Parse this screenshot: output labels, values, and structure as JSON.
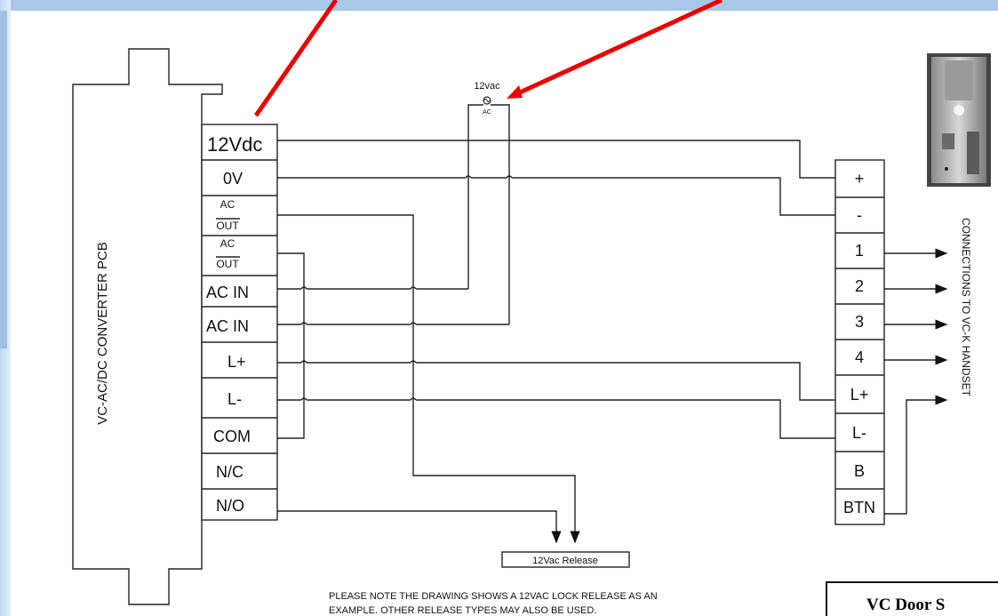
{
  "pcb": {
    "title": "VC-AC/DC CONVERTER PCB",
    "terminals": [
      {
        "label": "12Vdc"
      },
      {
        "label": "0V"
      },
      {
        "label": "AC",
        "label2": "OUT"
      },
      {
        "label": "AC",
        "label2": "OUT"
      },
      {
        "label": "AC IN"
      },
      {
        "label": "AC IN"
      },
      {
        "label": "L+"
      },
      {
        "label": "L-"
      },
      {
        "label": "COM"
      },
      {
        "label": "N/C"
      },
      {
        "label": "N/O"
      }
    ]
  },
  "handset": {
    "terminals": [
      "+",
      "-",
      "1",
      "2",
      "3",
      "4",
      "L+",
      "L-",
      "B",
      "BTN"
    ],
    "connections_label": "CONNECTIONS TO VC-K HANDSET"
  },
  "transformer": {
    "label": "12vac",
    "symbol_label": "AC"
  },
  "release": {
    "label": "12Vac Release"
  },
  "note": {
    "line1": "PLEASE NOTE THE DRAWING SHOWS A 12VAC LOCK RELEASE AS AN",
    "line2": "EXAMPLE. OTHER RELEASE TYPES MAY ALSO BE USED."
  },
  "title_box": {
    "text": "VC Door S"
  },
  "colors": {
    "arrow": "#ee0000",
    "top_bar": "#a9c7e6",
    "panel": "#b8b8b8"
  }
}
